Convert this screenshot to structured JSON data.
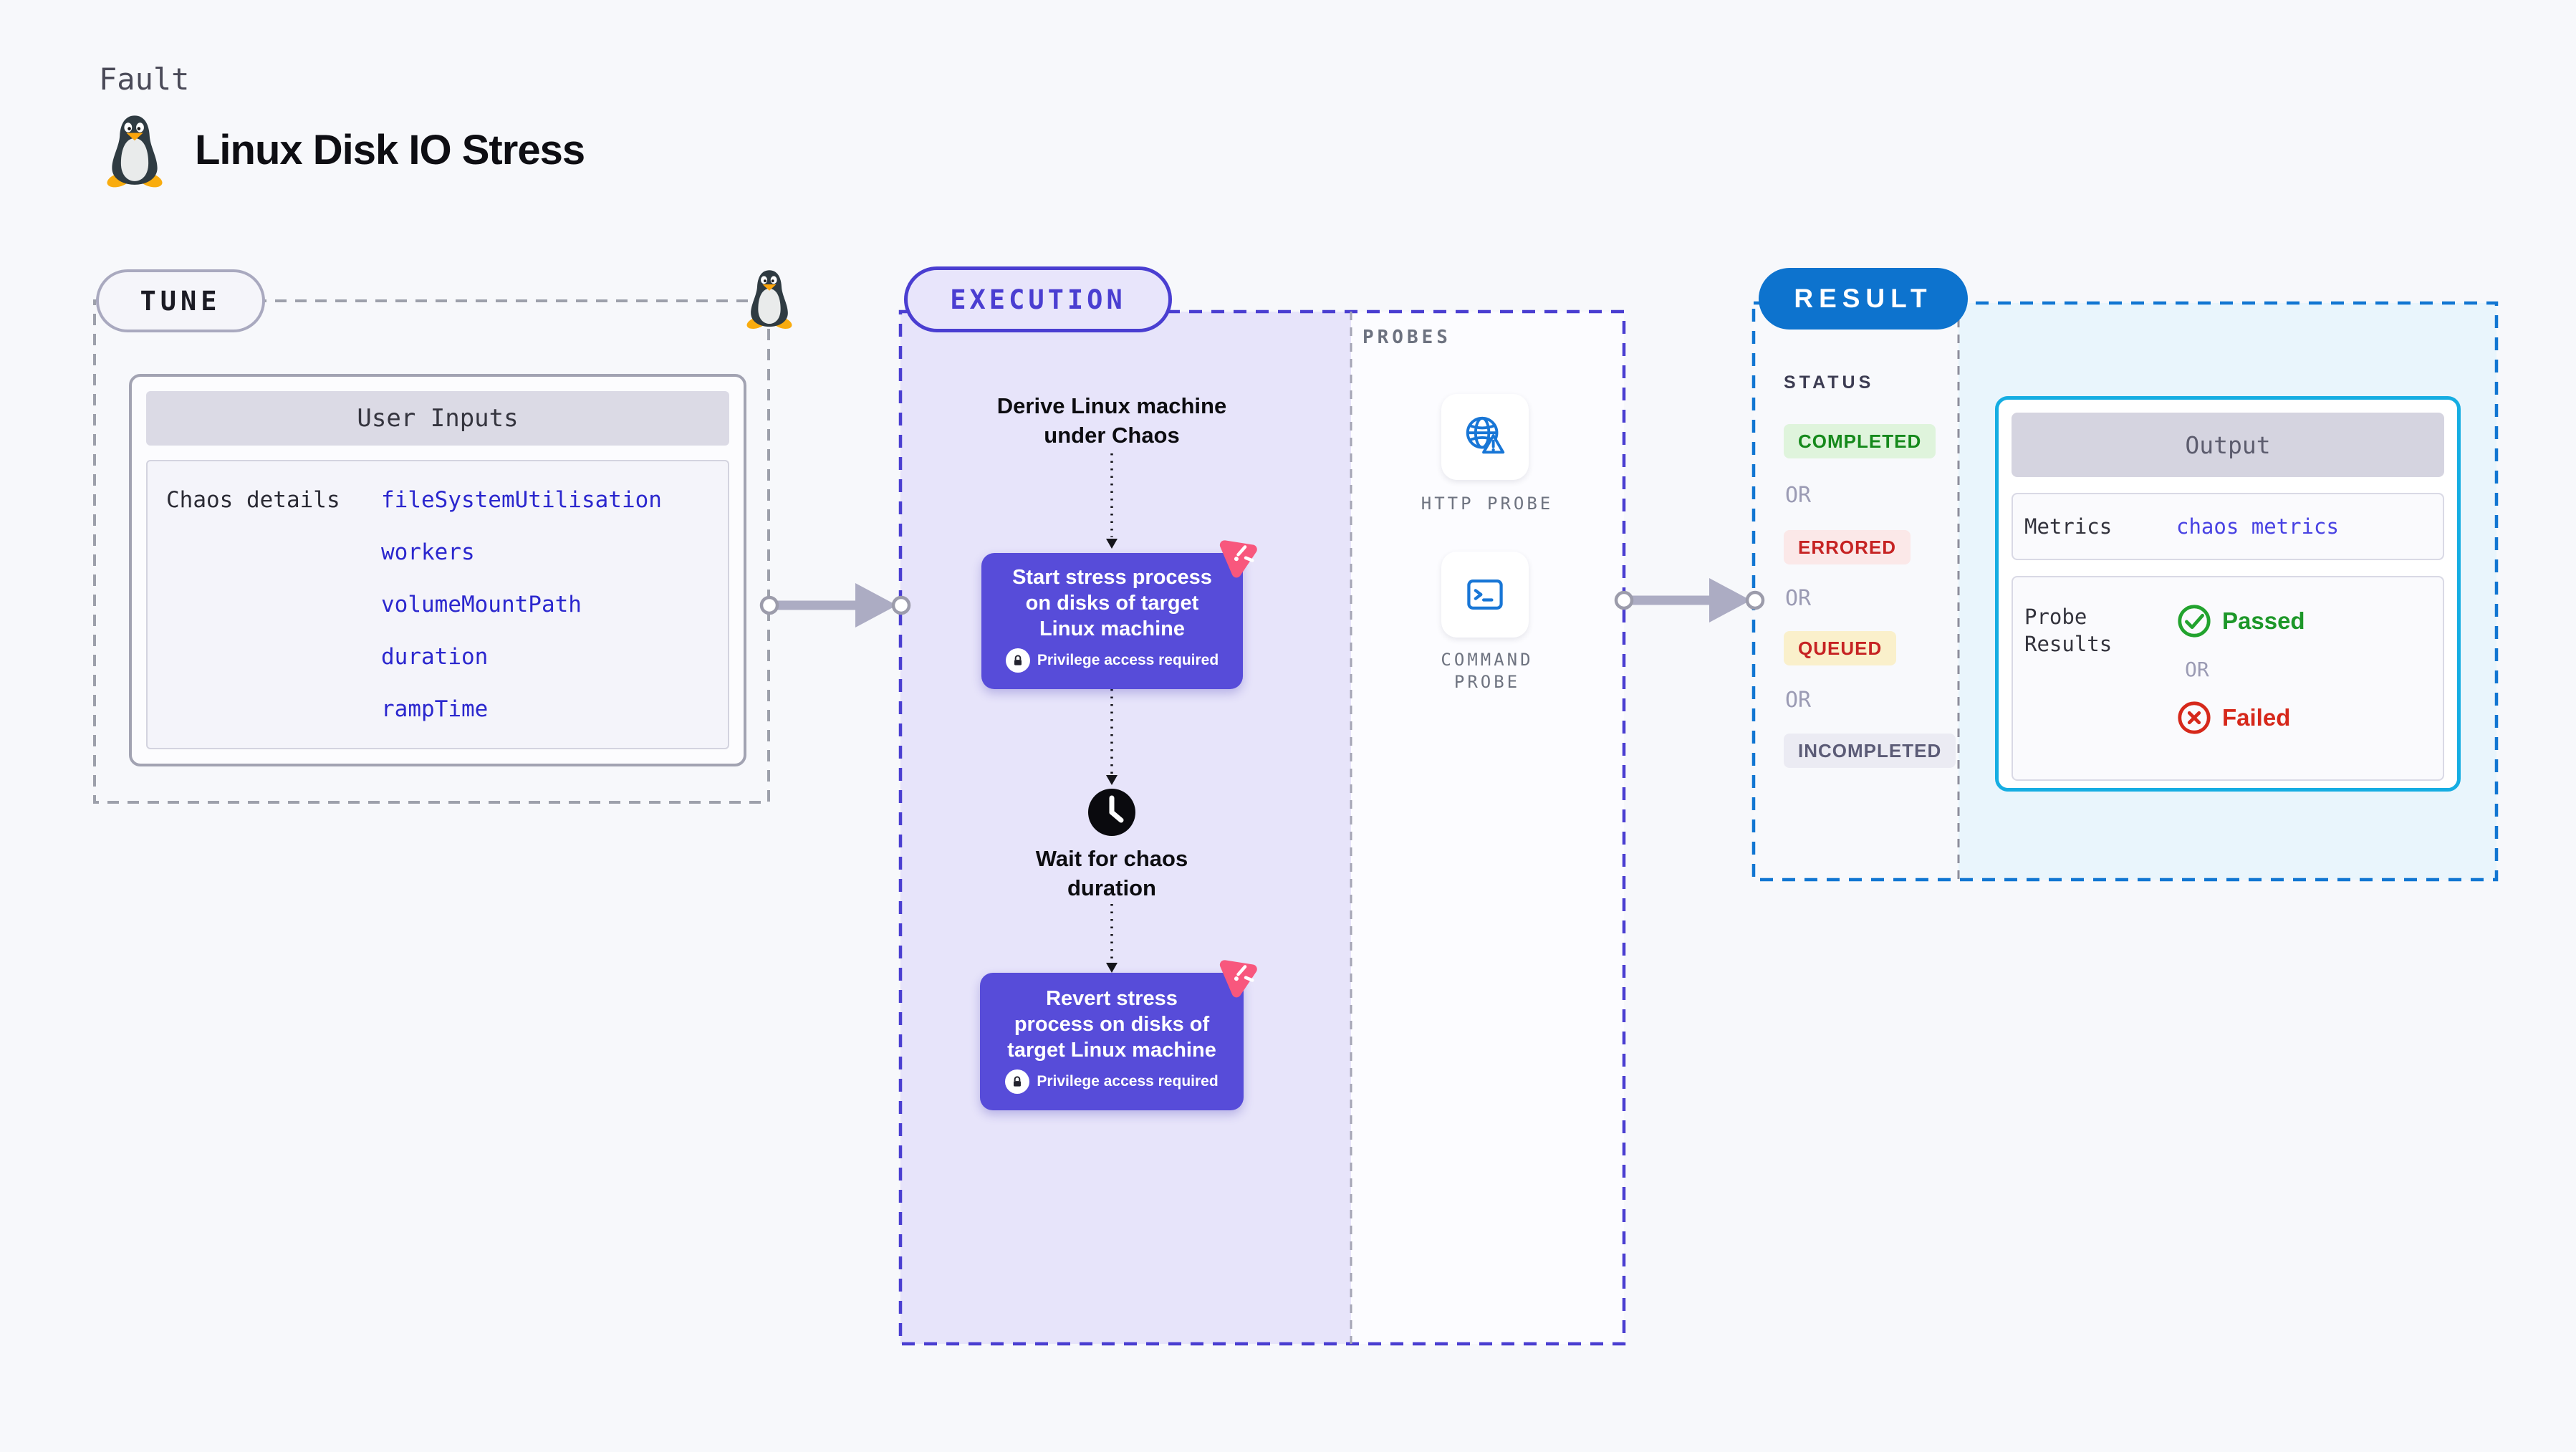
{
  "header": {
    "category_label": "Fault",
    "title": "Linux Disk IO Stress",
    "icon": "tux-penguin-icon"
  },
  "tune": {
    "badge_label": "TUNE",
    "corner_icon": "tux-penguin-icon",
    "user_inputs": {
      "title": "User Inputs",
      "row_label": "Chaos details",
      "params": [
        "fileSystemUtilisation",
        "workers",
        "volumeMountPath",
        "duration",
        "rampTime"
      ]
    }
  },
  "execution": {
    "badge_label": "EXECUTION",
    "steps": {
      "derive_label": "Derive Linux machine\nunder Chaos",
      "start_action": {
        "label": "Start stress process\non disks of target\nLinux machine",
        "privilege_note": "Privilege access required",
        "corner_icon": "chaos-fault-icon",
        "note_icon": "lock-icon"
      },
      "wait": {
        "label": "Wait for chaos\nduration",
        "icon": "clock-icon"
      },
      "revert_action": {
        "label": "Revert stress\nprocess on disks of\ntarget Linux machine",
        "privilege_note": "Privilege access required",
        "corner_icon": "chaos-fault-icon",
        "note_icon": "lock-icon"
      }
    },
    "probes": {
      "title": "PROBES",
      "items": [
        {
          "label": "HTTP PROBE",
          "icon": "globe-alert-icon"
        },
        {
          "label": "COMMAND\nPROBE",
          "icon": "terminal-icon"
        }
      ]
    }
  },
  "result": {
    "badge_label": "RESULT",
    "status": {
      "title": "STATUS",
      "or_label": "OR",
      "options": [
        {
          "label": "COMPLETED",
          "text_color": "#15891B",
          "bg_color": "#DFF4DC"
        },
        {
          "label": "ERRORED",
          "text_color": "#C62323",
          "bg_color": "#FBE8E8"
        },
        {
          "label": "QUEUED",
          "text_color": "#C62323",
          "bg_color": "#FAF0CB"
        },
        {
          "label": "INCOMPLETED",
          "text_color": "#5B5B76",
          "bg_color": "#EBEBF3"
        }
      ]
    },
    "output": {
      "title": "Output",
      "metrics_label": "Metrics",
      "metrics_value": "chaos metrics",
      "probe_results_label": "Probe\nResults",
      "passed_label": "Passed",
      "or_label": "OR",
      "failed_label": "Failed",
      "passed_color": "#1D9729",
      "failed_color": "#D6281B"
    }
  },
  "colors": {
    "canvas_bg": "#F7F8FB",
    "tune_dash": "#9DA0AB",
    "execution_dash": "#4A3ED1",
    "execution_fill": "#E7E4FA",
    "result_dash": "#1176D2",
    "result_fill": "#E9F5FC",
    "action_box": "#574CD9",
    "param_text": "#2B27CE",
    "probe_icon_blue": "#1876D6",
    "chaos_badge_pink": "#F8577D",
    "result_badge_blue": "#0D73CE",
    "output_border_cyan": "#15ADE2",
    "arrow_gray": "#ACACC3"
  }
}
